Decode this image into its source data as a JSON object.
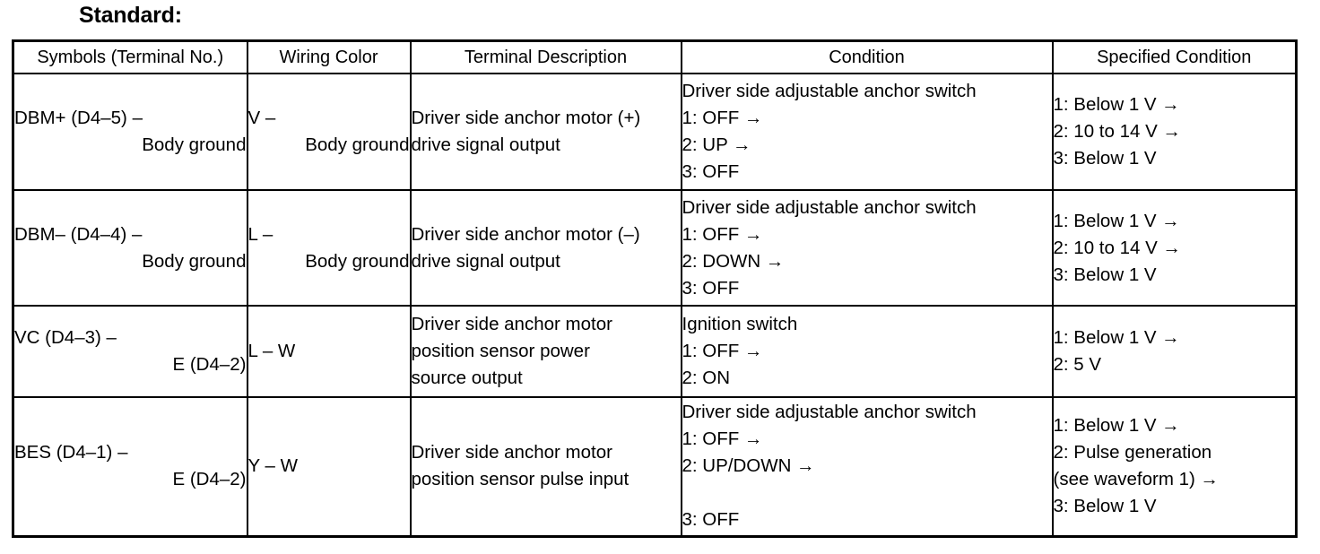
{
  "page": {
    "title": "Standard:"
  },
  "table": {
    "headers": [
      "Symbols (Terminal No.)",
      "Wiring Color",
      "Terminal Description",
      "Condition",
      "Specified Condition"
    ],
    "rows": [
      {
        "symbol_line1": "DBM+ (D4–5) –",
        "symbol_line2": "Body ground",
        "wiring_line1": "V –",
        "wiring_line2": "Body ground",
        "description": [
          "Driver side anchor motor (+)",
          "drive signal output"
        ],
        "condition": [
          "Driver side adjustable anchor switch",
          "1: OFF →",
          "2: UP →",
          "3: OFF"
        ],
        "specified": [
          "1: Below 1 V →",
          "2: 10 to 14 V →",
          "3: Below 1 V"
        ]
      },
      {
        "symbol_line1": "DBM– (D4–4) –",
        "symbol_line2": "Body ground",
        "wiring_line1": "L –",
        "wiring_line2": "Body ground",
        "description": [
          "Driver side anchor motor (–)",
          "drive signal output"
        ],
        "condition": [
          "Driver side adjustable anchor switch",
          "1: OFF →",
          "2: DOWN →",
          "3: OFF"
        ],
        "specified": [
          "1: Below 1 V →",
          "2: 10 to 14 V →",
          "3: Below 1 V"
        ]
      },
      {
        "symbol_line1": "VC (D4–3) –",
        "symbol_line2": "E (D4–2)",
        "wiring_line1": "L – W",
        "wiring_line2": "",
        "description": [
          "Driver side anchor motor",
          "position sensor power",
          "source output"
        ],
        "condition": [
          "Ignition switch",
          "1: OFF →",
          "2: ON"
        ],
        "specified": [
          "1: Below 1 V →",
          "2: 5 V"
        ]
      },
      {
        "symbol_line1": "BES (D4–1) –",
        "symbol_line2": "E (D4–2)",
        "wiring_line1": "Y – W",
        "wiring_line2": "",
        "description": [
          "Driver side anchor motor",
          "position sensor pulse input"
        ],
        "condition": [
          "Driver side adjustable anchor switch",
          "1: OFF →",
          "2: UP/DOWN →",
          "",
          "3: OFF"
        ],
        "specified": [
          "1: Below 1 V →",
          "2: Pulse generation",
          "(see waveform 1) →",
          "3: Below 1 V"
        ]
      }
    ]
  },
  "colors": {
    "text": "#000000",
    "background": "#ffffff",
    "border": "#000000"
  }
}
